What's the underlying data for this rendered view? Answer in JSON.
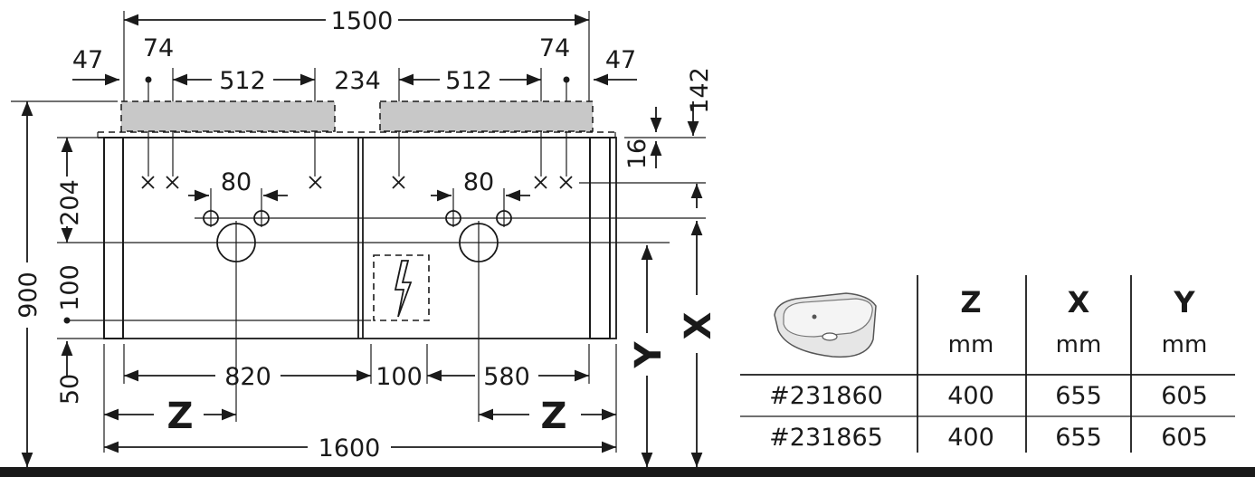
{
  "dimensions": {
    "top_width": "1500",
    "left_margin": "47",
    "right_margin": "47",
    "left_offset": "74",
    "right_offset": "74",
    "left_span": "512",
    "right_span": "512",
    "center_gap": "234",
    "top_height": "142",
    "top_thickness": "16",
    "left_tap_spacing": "80",
    "right_tap_spacing": "80",
    "overall_height": "900",
    "tap_height": "204",
    "drain_height": "100",
    "bottom_height": "50",
    "left_drain_pos": "820",
    "divider_width": "100",
    "right_drain_pos": "580",
    "overall_width": "1600"
  },
  "labels": {
    "z_left": "Z",
    "z_right": "Z",
    "y_label": "Y",
    "x_label": "X"
  },
  "table": {
    "headers": [
      "Z",
      "X",
      "Y"
    ],
    "units": [
      "mm",
      "mm",
      "mm"
    ],
    "rows": [
      {
        "id": "#231860",
        "z": "400",
        "x": "655",
        "y": "605"
      },
      {
        "id": "#231865",
        "z": "400",
        "x": "655",
        "y": "605"
      }
    ]
  },
  "colors": {
    "line": "#1a1a1a",
    "worktop_fill": "#c8c8c8",
    "basin_fill": "#e6e6e6"
  },
  "icons": {
    "electrical": "lightning-bolt-icon",
    "basin": "washbasin-icon"
  }
}
